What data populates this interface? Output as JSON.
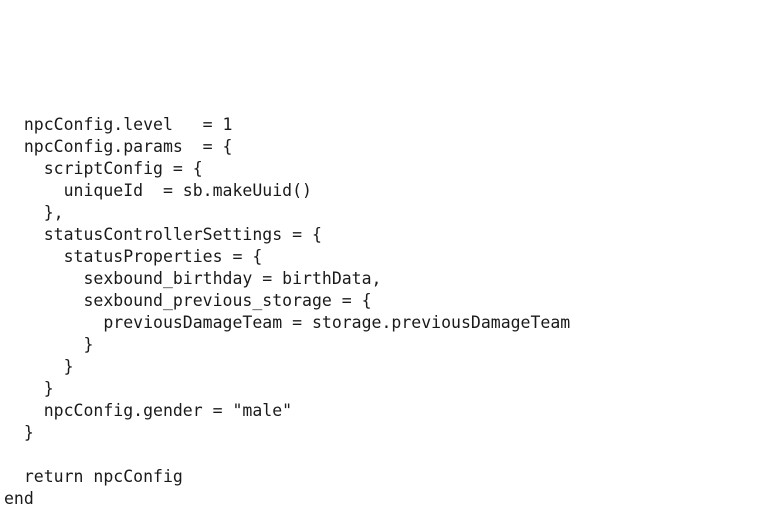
{
  "code": {
    "lines": [
      "  npcConfig.level   = 1",
      "  npcConfig.params  = {",
      "    scriptConfig = {",
      "      uniqueId  = sb.makeUuid()",
      "    },",
      "    statusControllerSettings = {",
      "      statusProperties = {",
      "        sexbound_birthday = birthData,",
      "        sexbound_previous_storage = {",
      "          previousDamageTeam = storage.previousDamageTeam",
      "        }",
      "      }",
      "    }",
      "    npcConfig.gender = \"male\"",
      "  }",
      "",
      "  return npcConfig",
      "end"
    ]
  }
}
